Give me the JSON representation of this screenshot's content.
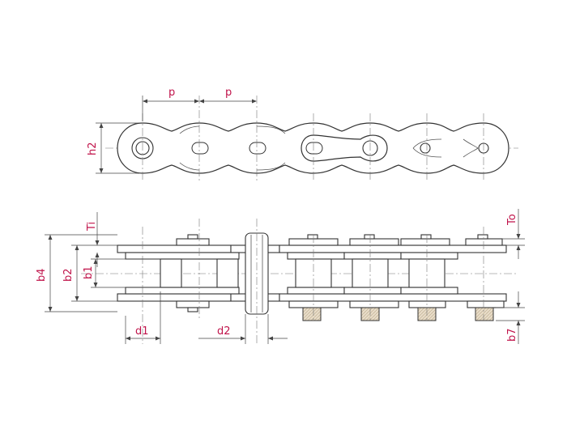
{
  "labels": {
    "p1": "p",
    "p2": "p",
    "h2": "h2",
    "ti": "Ti",
    "to": "To",
    "b4": "b4",
    "b2": "b2",
    "b1": "b1",
    "d1": "d1",
    "d2": "d2",
    "b7": "b7"
  },
  "colors": {
    "label": "#c0134a",
    "line": "#333333"
  }
}
